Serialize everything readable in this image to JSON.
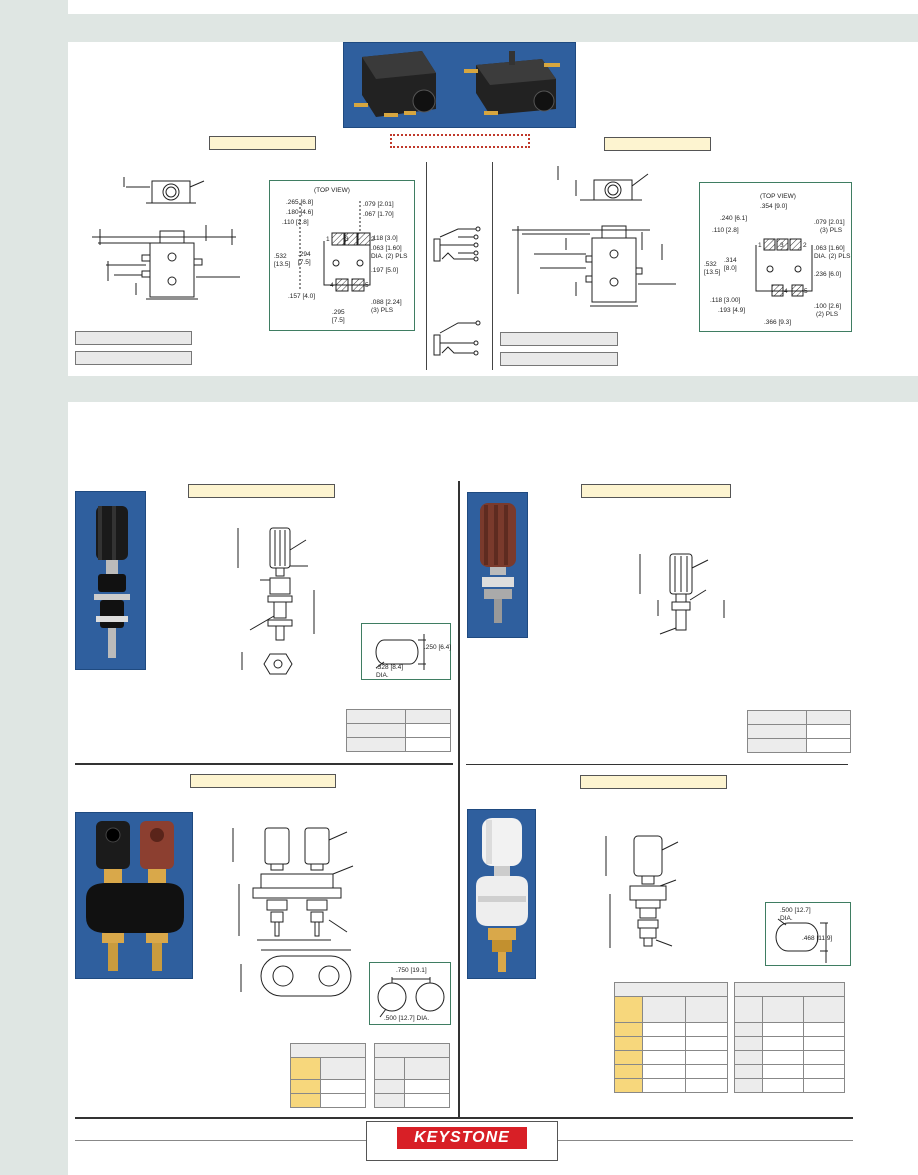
{
  "logo": {
    "text": "KEYSTONE"
  },
  "colors": {
    "sidebar": "#dfe6e3",
    "label_fill": "#fdf4d0",
    "accent_red": "#d81f26",
    "table_highlight": "#f7d77c",
    "box_border": "#3f7d62"
  },
  "jack_left_top_view": {
    "title": "(TOP VIEW)",
    "dims": [
      ".265 [6.8]",
      ".079 [2.01]",
      ".180 [4.6]",
      ".067 [1.70]",
      ".110 [2.8]",
      ".118 [3.0]",
      ".063 [1.60]",
      "DIA. (2) PLS",
      ".532",
      "[13.5]",
      ".294",
      "[7.5]",
      ".197 [5.0]",
      ".157 [4.0]",
      ".088 [2.24]",
      "(3) PLS",
      ".295",
      "[7.5]"
    ],
    "pads": [
      "1",
      "3",
      "2",
      "4",
      "5"
    ]
  },
  "jack_right_top_view": {
    "title": "(TOP VIEW)",
    "dims": [
      ".354 [9.0]",
      ".240 [6.1]",
      ".079 [2.01]",
      "(3) PLS",
      ".110 [2.8]",
      ".063 [1.60]",
      "DIA. (2) PLS",
      ".532",
      "[13.5]",
      ".314",
      "[8.0]",
      ".236 [6.0]",
      ".118 [3.00]",
      ".193 [4.9]",
      ".100 [2.6]",
      "(2) PLS",
      ".366 [9.3]"
    ],
    "pads": [
      "1",
      "3",
      "2",
      "4",
      "5"
    ]
  },
  "post_a": {
    "mount": {
      "dim1": ".250 [6.4]",
      "dim2": ".328 [8.4]",
      "dim3": "DIA."
    }
  },
  "post_c": {
    "mount": {
      "dim1": ".750 [19.1]",
      "dim2": ".500 [12.7] DIA."
    }
  },
  "post_d": {
    "mount": {
      "dim1": ".500 [12.7]",
      "dim2": "DIA.",
      "dim3": ".468 [11.9]"
    }
  }
}
